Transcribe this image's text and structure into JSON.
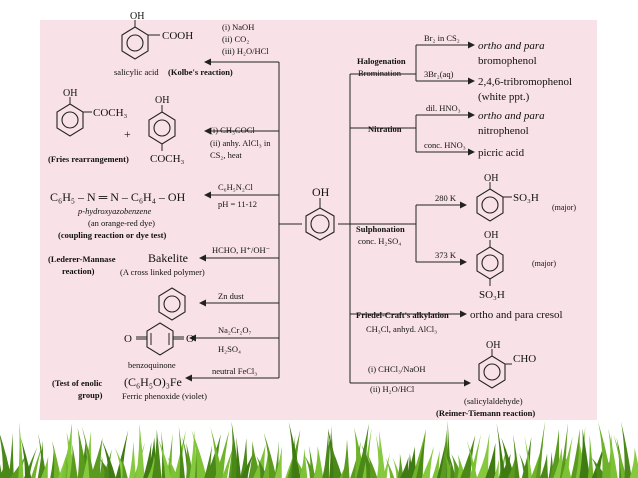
{
  "center": {
    "label": "OH"
  },
  "left": {
    "kolbe": {
      "product_sub": "OH",
      "product_group": "COOH",
      "product_name": "salicylic acid",
      "reaction_name": "(Kolbe's reaction)",
      "step1": "(i) NaOH",
      "step2": "(ii) CO₂",
      "step3": "(iii) H₂O/HCl"
    },
    "fries": {
      "oh_a": "OH",
      "coch3_a": "COCH₃",
      "plus": "+",
      "oh_b": "OH",
      "coch3_b": "COCH₃",
      "reaction_name": "(Fries rearrangement)",
      "step1": "(i) CH₃COCl",
      "step2": "(ii) anhy. AlCl₃ in",
      "step3": "CS₂, heat"
    },
    "coupling": {
      "formula": "C₆H₅ – N ═ N – C₆H₄ – OH",
      "name": "p-hydroxyazobenzene",
      "desc": "(an orange-red dye)",
      "reaction_name": "(coupling reaction or dye test)",
      "step1": "C₆H₅N₂Cl",
      "step2": "pH = 11-12"
    },
    "bakelite": {
      "reaction_name_1": "(Lederer-Mannase",
      "reaction_name_2": "reaction)",
      "product": "Bakelite",
      "desc": "(A cross linked polymer)",
      "reagent": "HCHO, H⁺/OH⁻"
    },
    "zinc": {
      "reagent": "Zn dust"
    },
    "oxidation": {
      "o_left": "O",
      "o_right": "O",
      "name": "benzoquinone",
      "step1": "Na₂Cr₂O₇",
      "step2": "H₂SO₄"
    },
    "enolic": {
      "reaction_name_1": "(Test of enolic",
      "reaction_name_2": "group)",
      "formula": "(C₆H₅O)₃Fe",
      "name": "Ferric phenoxide (violet)",
      "reagent": "neutral FeCl₃"
    }
  },
  "right": {
    "halogenation": {
      "title": "Halogenation",
      "subtitle": "Bromination",
      "reagent1": "Br₂ in CS₂",
      "product1_a": "ortho and para",
      "product1_b": "bromophenol",
      "reagent2": "3Br₂(aq)",
      "product2_a": "2,4,6-tribromophenol",
      "product2_b": "(white ppt.)"
    },
    "nitration": {
      "title": "Nitration",
      "reagent1": "dil. HNO₃",
      "product1_a": "ortho and para",
      "product1_b": "nitrophenol",
      "reagent2": "conc. HNO₃",
      "product2": "picric acid"
    },
    "sulphonation": {
      "title": "Sulphonation",
      "subtitle": "conc. H₂SO₄",
      "temp1": "280 K",
      "oh1": "OH",
      "so3h1": "SO₃H",
      "tag1": "(major)",
      "temp2": "373 K",
      "oh2": "OH",
      "so3h2": "SO₃H",
      "tag2": "(major)"
    },
    "friedel": {
      "title": "Friedel-Craft's alkylation",
      "reagent": "CH₃Cl, anhyd. AlCl₃",
      "product": "ortho and para cresol"
    },
    "reimer": {
      "step1": "(i) CHCl₃/NaOH",
      "step2": "(ii) H₂O/HCl",
      "oh": "OH",
      "cho": "CHO",
      "name": "(salicylaldehyde)",
      "reaction_name": "(Reimer-Tiemann reaction)"
    }
  }
}
